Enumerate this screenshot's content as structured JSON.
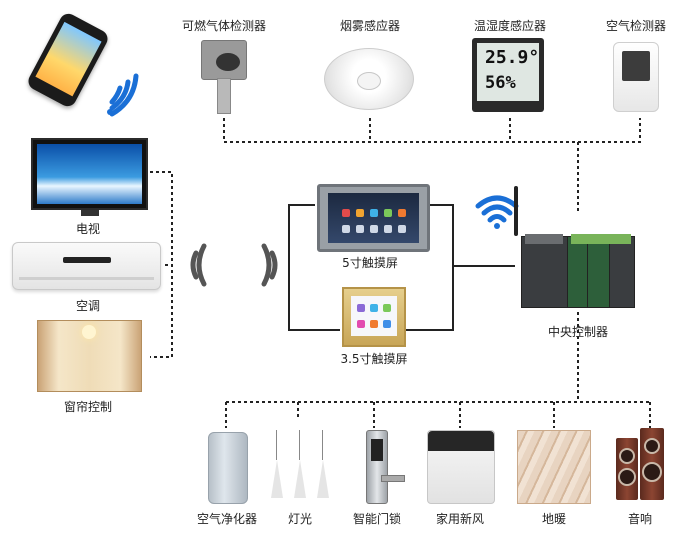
{
  "labels": {
    "gas_detector": "可燃气体检测器",
    "smoke_sensor": "烟雾感应器",
    "temp_humidity_sensor": "温湿度感应器",
    "air_detector": "空气检测器",
    "tv": "电视",
    "air_conditioner": "空调",
    "curtain_control": "窗帘控制",
    "touch_screen_5": "5寸触摸屏",
    "touch_screen_3_5": "3.5寸触摸屏",
    "central_controller": "中央控制器",
    "air_purifier": "空气净化器",
    "lights": "灯光",
    "smart_lock": "智能门锁",
    "fresh_air": "家用新风",
    "floor_heating": "地暖",
    "audio": "音响"
  },
  "thermo_display": {
    "temp": "25.9°",
    "humidity": "56%"
  },
  "colors": {
    "wifi": "#1a6fd6",
    "line": "#222222",
    "ir_wave": "#555555"
  },
  "icons": [
    "smartphone-icon",
    "wifi-icon",
    "ir-signal-icon"
  ]
}
